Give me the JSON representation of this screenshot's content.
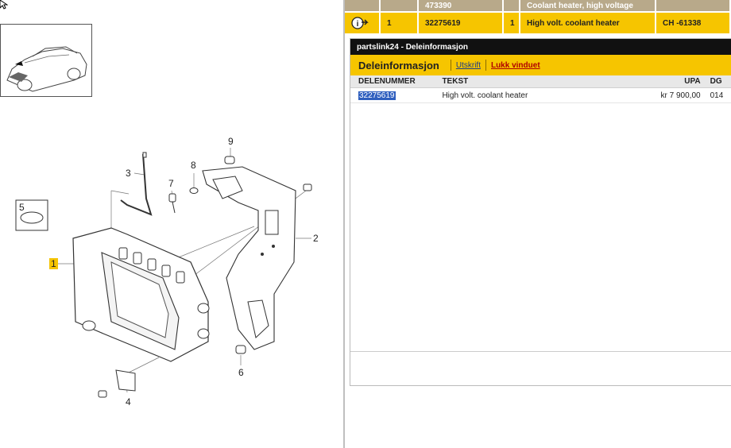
{
  "diagram": {
    "callouts": [
      "1",
      "2",
      "3",
      "4",
      "5",
      "6",
      "7",
      "8",
      "9"
    ]
  },
  "parts_table": {
    "top_row": {
      "col1": "",
      "col2": "",
      "col3": "473390",
      "col4": "",
      "col5": "Coolant heater, high voltage",
      "col6": ""
    },
    "selected_row": {
      "icon": "pointer-hand-icon",
      "pos": "1",
      "part_number": "32275619",
      "qty": "1",
      "description": "High volt. coolant heater",
      "remark": "CH -61338"
    }
  },
  "popup": {
    "window_title": "partslink24 - Deleinformasjon",
    "heading": "Deleinformasjon",
    "print_link": "Utskrift",
    "close_link": "Lukk vinduet",
    "columns": [
      "DELENUMMER",
      "TEKST",
      "UPA",
      "DG"
    ],
    "rows": [
      {
        "part_number": "32275619",
        "text": "High volt. coolant heater",
        "upa": "kr 7 900,00",
        "dg": "014"
      }
    ]
  },
  "colors": {
    "accent": "#f6c500",
    "header_bg": "#111111",
    "top_row_bg": "#b8a98a",
    "link": "#1a3a8a",
    "close_link": "#b00000"
  }
}
